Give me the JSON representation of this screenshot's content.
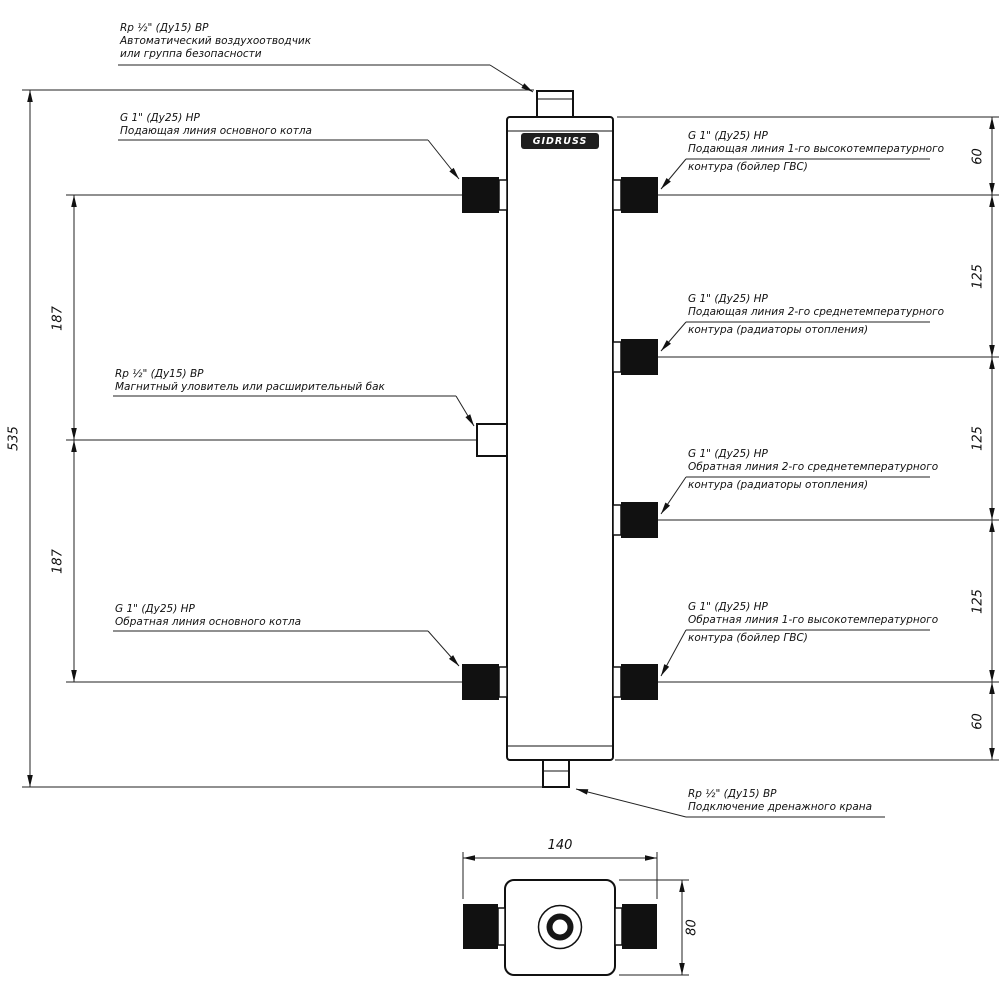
{
  "brand": {
    "logo": "GIDRUSS"
  },
  "callouts": {
    "air_vent": [
      "Rp ½\" (Ду15) ВР",
      "Автоматический воздухоотводчик",
      "или группа безопасности"
    ],
    "boiler_supply": [
      "G 1\" (Ду25) НР",
      "Подающая линия основного котла"
    ],
    "magnetic_trap": [
      "Rp ½\" (Ду15) ВР",
      "Магнитный уловитель или расширительный бак"
    ],
    "boiler_return": [
      "G 1\" (Ду25) НР",
      "Обратная линия основного котла"
    ],
    "ht_supply": [
      "G 1\" (Ду25) НР",
      "Подающая линия 1-го высокотемпературного",
      "контура (бойлер ГВС)"
    ],
    "mt_supply": [
      "G 1\" (Ду25) НР",
      "Подающая линия 2-го среднетемпературного",
      "контура (радиаторы отопления)"
    ],
    "mt_return": [
      "G 1\" (Ду25) НР",
      "Обратная линия 2-го среднетемпературного",
      "контура (радиаторы отопления)"
    ],
    "ht_return": [
      "G 1\" (Ду25) НР",
      "Обратная линия 1-го высокотемпературного",
      "контура (бойлер ГВС)"
    ],
    "drain": [
      "Rp ½\" (Ду15) ВР",
      "Подключение дренажного крана"
    ]
  },
  "dimensions": {
    "overall": "535",
    "left": [
      "187",
      "187"
    ],
    "right": [
      "60",
      "125",
      "125",
      "125",
      "60"
    ],
    "bottom_width": "140",
    "bottom_depth": "80"
  }
}
